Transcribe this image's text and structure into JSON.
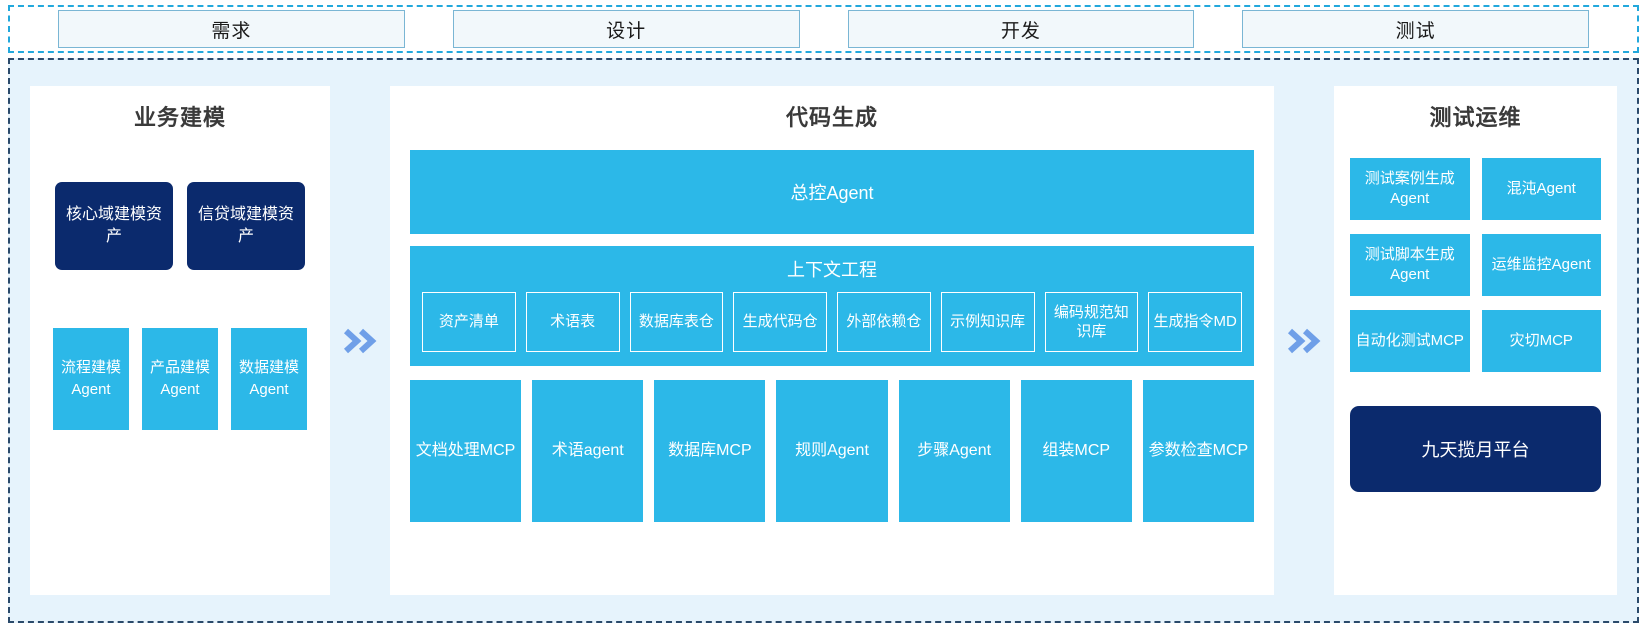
{
  "phases": [
    {
      "label": "需求"
    },
    {
      "label": "设计"
    },
    {
      "label": "开发"
    },
    {
      "label": "测试"
    }
  ],
  "colors": {
    "cyan": "#2cb8e8",
    "navy": "#0b2a6d",
    "panel_bg": "#e6f3fc",
    "arrow": "#6f9fe8",
    "phase_border": "#7ab6d4",
    "dashed_top": "#22a8dc",
    "dashed_main": "#2b4a6b"
  },
  "left_panel": {
    "title": "业务建模",
    "assets": [
      {
        "label": "核心域建模资产"
      },
      {
        "label": "信贷域建模资产"
      }
    ],
    "agents": [
      {
        "label": "流程建模Agent"
      },
      {
        "label": "产品建模Agent"
      },
      {
        "label": "数据建模Agent"
      }
    ]
  },
  "arrows": [
    {
      "name": "double-chevron-right",
      "glyph": "»"
    },
    {
      "name": "double-chevron-right",
      "glyph": "»"
    }
  ],
  "center_panel": {
    "title": "代码生成",
    "controller": {
      "label": "总控Agent"
    },
    "context": {
      "title": "上下文工程",
      "items": [
        {
          "label": "资产清单"
        },
        {
          "label": "术语表"
        },
        {
          "label": "数据库表仓"
        },
        {
          "label": "生成代码仓"
        },
        {
          "label": "外部依赖仓"
        },
        {
          "label": "示例知识库"
        },
        {
          "label": "编码规范知识库"
        },
        {
          "label": "生成指令MD"
        }
      ]
    },
    "tools": [
      {
        "label": "文档处理MCP"
      },
      {
        "label": "术语agent"
      },
      {
        "label": "数据库MCP"
      },
      {
        "label": "规则Agent"
      },
      {
        "label": "步骤Agent"
      },
      {
        "label": "组装MCP"
      },
      {
        "label": "参数检查MCP"
      }
    ]
  },
  "right_panel": {
    "title": "测试运维",
    "items": [
      {
        "label": "测试案例生成Agent"
      },
      {
        "label": "混沌Agent"
      },
      {
        "label": "测试脚本生成Agent"
      },
      {
        "label": "运维监控Agent"
      },
      {
        "label": "自动化测试MCP"
      },
      {
        "label": "灾切MCP"
      }
    ],
    "platform": {
      "label": "九天揽月平台"
    }
  }
}
